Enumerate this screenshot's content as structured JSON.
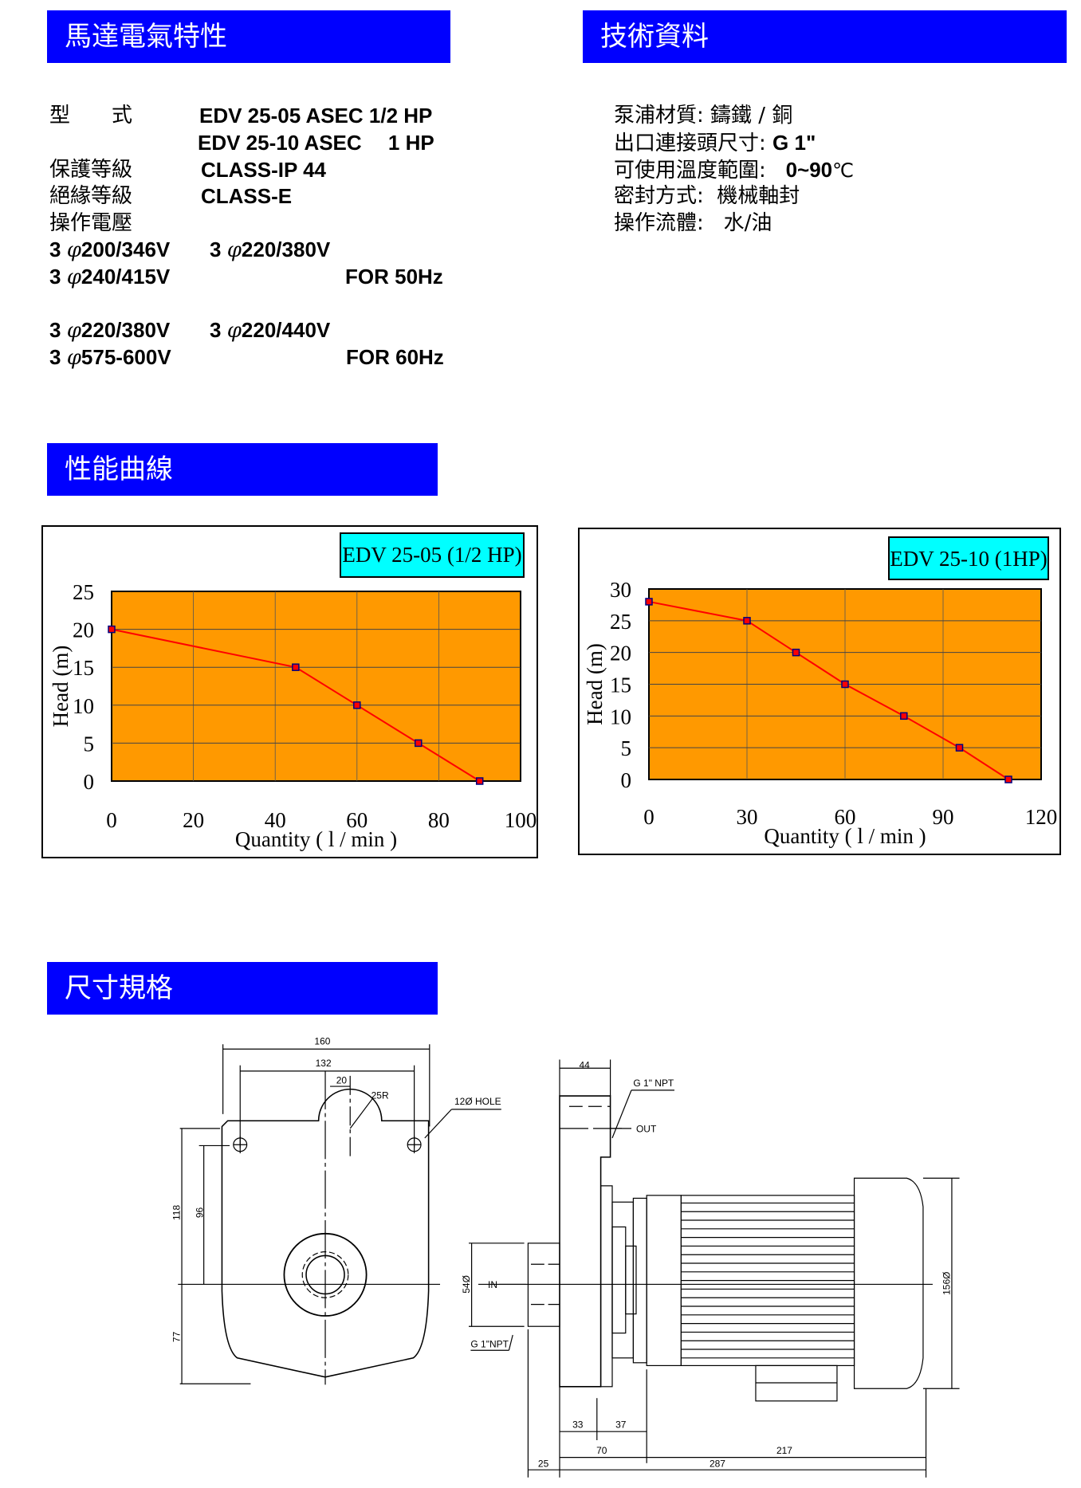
{
  "sections": {
    "motor": "馬達電氣特性",
    "tech": "技術資料",
    "curve": "性能曲線",
    "dims": "尺寸規格"
  },
  "motor": {
    "model_label": "型　　式",
    "model_1": "EDV 25-05 ASEC 1/2 HP",
    "model_2": "EDV 25-10 ASEC　 1 HP",
    "protection_label": "保護等級",
    "protection": "CLASS-IP 44",
    "insulation_label": "絕緣等級",
    "insulation": "CLASS-E",
    "voltage_label": "操作電壓",
    "v50_1a": "3",
    "v50_1b": "200/346V",
    "v50_2a": "3",
    "v50_2b": "220/380V",
    "v50_3a": "3",
    "v50_3b": "240/415V",
    "for50": "FOR 50Hz",
    "v60_1a": "3",
    "v60_1b": "220/380V",
    "v60_2a": "3",
    "v60_2b": "220/440V",
    "v60_3a": "3",
    "v60_3b": "575-600V",
    "for60": "FOR 60Hz",
    "phi": "φ"
  },
  "tech": {
    "material_label": "泵浦材質:",
    "material": "鑄鐵 / 銅",
    "outlet_label": "出口連接頭尺寸:",
    "outlet": "G 1\"",
    "temp_label": "可使用溫度範圍:",
    "temp": "0~90",
    "temp_unit": "℃",
    "seal_label": "密封方式:",
    "seal": "機械軸封",
    "fluid_label": "操作流體:",
    "fluid": "水/油"
  },
  "chart_data": [
    {
      "type": "line",
      "title": "EDV 25-05 (1/2 HP)",
      "xlabel": "Quantity ( l / min )",
      "ylabel": "Head (m)",
      "x": [
        0,
        45,
        60,
        75,
        90
      ],
      "y": [
        20,
        15,
        10,
        5,
        0
      ],
      "xlim": [
        0,
        100
      ],
      "ylim": [
        0,
        25
      ],
      "xticks": [
        "0",
        "20",
        "40",
        "60",
        "80",
        "100"
      ],
      "yticks": [
        "0",
        "5",
        "10",
        "15",
        "20",
        "25"
      ],
      "grid": true,
      "colors": {
        "plot": "#ff9900",
        "line": "#ff0000",
        "marker": "#ff0000",
        "marker_edge": "#000080",
        "legend": "#00ffff"
      }
    },
    {
      "type": "line",
      "title": "EDV 25-10 (1HP)",
      "xlabel": "Quantity ( l / min )",
      "ylabel": "Head (m)",
      "x": [
        0,
        30,
        45,
        60,
        78,
        95,
        110
      ],
      "y": [
        28,
        25,
        20,
        15,
        10,
        5,
        0
      ],
      "xlim": [
        0,
        120
      ],
      "ylim": [
        0,
        30
      ],
      "xticks": [
        "0",
        "30",
        "60",
        "90",
        "120"
      ],
      "yticks": [
        "0",
        "5",
        "10",
        "15",
        "20",
        "25",
        "30"
      ],
      "grid": true,
      "colors": {
        "plot": "#ff9900",
        "line": "#ff0000",
        "marker": "#ff0000",
        "marker_edge": "#000080",
        "legend": "#00ffff"
      }
    }
  ],
  "drawing": {
    "d160": "160",
    "d132": "132",
    "d20": "20",
    "r25": "25R",
    "hole": "12Ø HOLE",
    "d118": "118",
    "d96": "96",
    "d77": "77",
    "d44": "44",
    "npt_out": "G 1\" NPT",
    "out": "OUT",
    "in": "IN",
    "d54": "54Ø",
    "npt_in": "G 1\"NPT",
    "d156": "156Ø",
    "d33": "33",
    "d37": "37",
    "d70": "70",
    "d217": "217",
    "d287": "287",
    "d25": "25"
  }
}
